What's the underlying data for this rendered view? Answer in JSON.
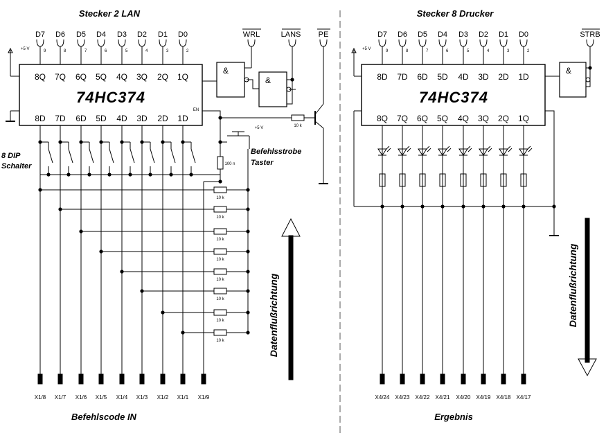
{
  "left": {
    "title": "Stecker 2   LAN",
    "data_pins": [
      "D7",
      "D6",
      "D5",
      "D4",
      "D3",
      "D2",
      "D1",
      "D0"
    ],
    "pin_numbers_top": [
      "9",
      "8",
      "7",
      "6",
      "5",
      "4",
      "3",
      "2"
    ],
    "ctrl_pins": [
      "WRL",
      "LANS",
      "PE"
    ],
    "supply_label": "+5 V",
    "chip_name": "74HC374",
    "q_labels": [
      "8Q",
      "7Q",
      "6Q",
      "5Q",
      "4Q",
      "3Q",
      "2Q",
      "1Q"
    ],
    "d_labels": [
      "8D",
      "7D",
      "6D",
      "5D",
      "4D",
      "3D",
      "2D",
      "1D"
    ],
    "en_label": "EN",
    "dip_label_1": "8 DIP",
    "dip_label_2": "Schalter",
    "strobe_label_1": "Befehlsstrobe",
    "strobe_label_2": "Taster",
    "resistor_label": "10 k",
    "cap_label": "100 n",
    "vcc_label": "+5 V",
    "gate_symbol": "&",
    "connectors": [
      "X1/8",
      "X1/7",
      "X1/6",
      "X1/5",
      "X1/4",
      "X1/3",
      "X1/2",
      "X1/1",
      "X1/9"
    ],
    "footer": "Befehlscode IN"
  },
  "right": {
    "title": "Stecker 8   Drucker",
    "data_pins": [
      "D7",
      "D6",
      "D5",
      "D4",
      "D3",
      "D2",
      "D1",
      "D0"
    ],
    "pin_numbers_top": [
      "9",
      "8",
      "7",
      "6",
      "5",
      "4",
      "3",
      "2"
    ],
    "ctrl_pin": "STRB",
    "supply_label": "+5 V",
    "chip_name": "74HC374",
    "d_labels": [
      "8D",
      "7D",
      "6D",
      "5D",
      "4D",
      "3D",
      "2D",
      "1D"
    ],
    "q_labels": [
      "8Q",
      "7Q",
      "6Q",
      "5Q",
      "4Q",
      "3Q",
      "2Q",
      "1Q"
    ],
    "gate_symbol": "&",
    "connectors": [
      "X4/24",
      "X4/23",
      "X4/22",
      "X4/21",
      "X4/20",
      "X4/19",
      "X4/18",
      "X4/17"
    ],
    "footer": "Ergebnis"
  },
  "flow_label": "Datenflußrichtung",
  "colors": {
    "ink": "#000000",
    "paper": "#ffffff",
    "divider": "#555555"
  }
}
